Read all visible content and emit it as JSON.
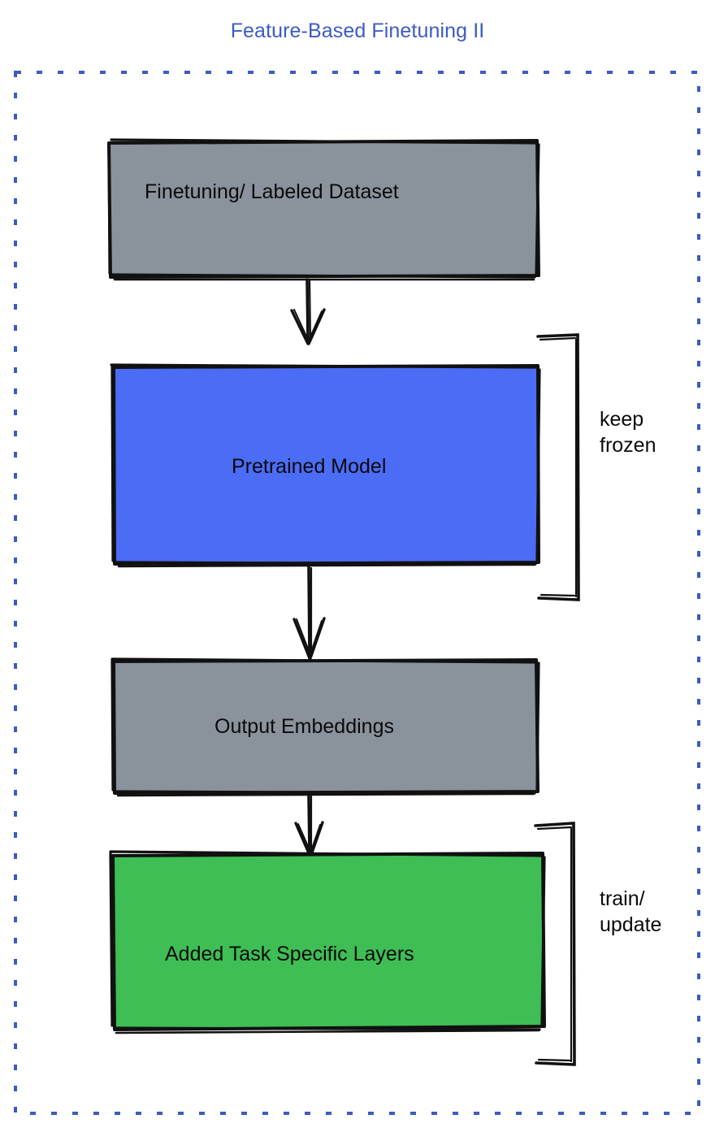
{
  "diagram": {
    "title": "Feature-Based Finetuning II",
    "title_color": "#3b5bc4",
    "border": {
      "style": "dashed",
      "color": "#3b5bc4"
    },
    "background": "#ffffff",
    "nodes": [
      {
        "id": "dataset",
        "label": "Finetuning/ Labeled Dataset",
        "fill": "#8a929c",
        "stroke": "#111111",
        "text_color": "#0a0a0a"
      },
      {
        "id": "pretrained-model",
        "label": "Pretrained Model",
        "fill": "#4b6cf5",
        "stroke": "#111111",
        "text_color": "#0a0a0a"
      },
      {
        "id": "output-embeddings",
        "label": "Output Embeddings",
        "fill": "#8a929c",
        "stroke": "#111111",
        "text_color": "#0a0a0a"
      },
      {
        "id": "task-layers",
        "label": "Added Task Specific Layers",
        "fill": "#3ebe54",
        "stroke": "#111111",
        "text_color": "#0a0a0a"
      }
    ],
    "annotations": [
      {
        "id": "keep-frozen",
        "label": "keep\nfrozen",
        "target": "pretrained-model"
      },
      {
        "id": "train-update",
        "label": "train/\nupdate",
        "target": "task-layers"
      }
    ],
    "edges": [
      {
        "from": "dataset",
        "to": "pretrained-model",
        "arrow": "open-v"
      },
      {
        "from": "pretrained-model",
        "to": "output-embeddings",
        "arrow": "open-v"
      },
      {
        "from": "output-embeddings",
        "to": "task-layers",
        "arrow": "open-v"
      }
    ]
  }
}
